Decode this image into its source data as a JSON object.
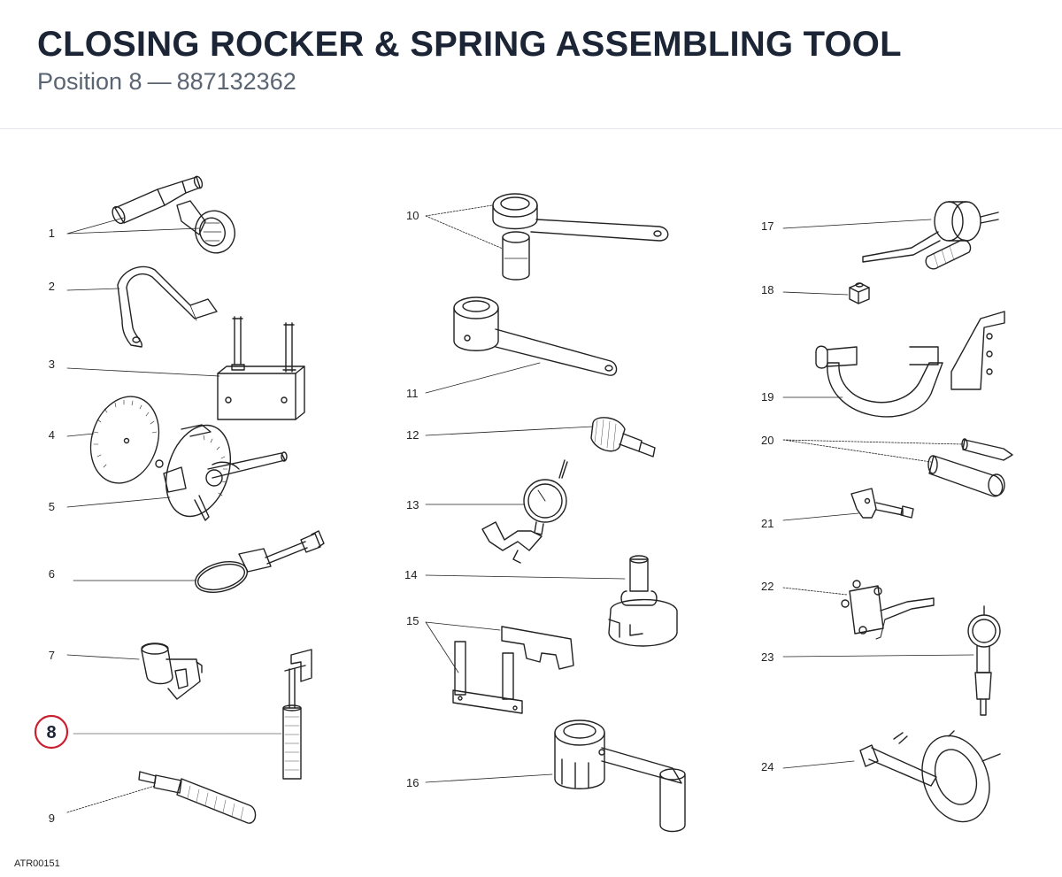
{
  "header": {
    "title": "CLOSING ROCKER & SPRING ASSEMBLING TOOL",
    "subtitle_prefix": "Position 8",
    "subtitle_dash": "—",
    "subtitle_code": "887132362"
  },
  "labels": {
    "n1": "1",
    "n2": "2",
    "n3": "3",
    "n4": "4",
    "n5": "5",
    "n6": "6",
    "n7": "7",
    "n8": "8",
    "n9": "9",
    "n10": "10",
    "n11": "11",
    "n12": "12",
    "n13": "13",
    "n14": "14",
    "n15": "15",
    "n16": "16",
    "n17": "17",
    "n18": "18",
    "n19": "19",
    "n20": "20",
    "n21": "21",
    "n22": "22",
    "n23": "23",
    "n24": "24"
  },
  "highlight": {
    "position": "8",
    "color": "#c8202f"
  },
  "footer": {
    "code": "ATR00151"
  }
}
